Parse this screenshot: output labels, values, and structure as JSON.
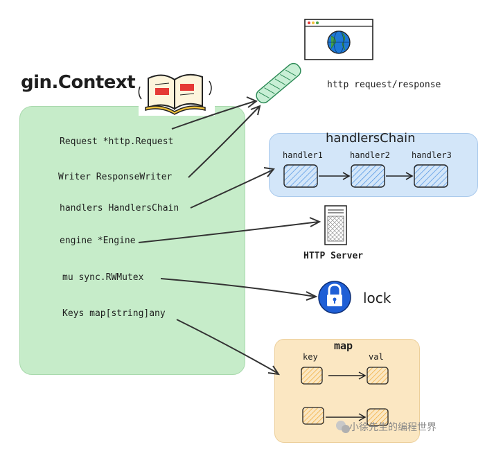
{
  "context": {
    "title": "gin.Context",
    "fields": [
      "Request  *http.Request",
      "Writer  ResponseWriter",
      "handlers  HandlersChain",
      "engine  *Engine",
      "mu  sync.RWMutex",
      "Keys  map[string]any"
    ]
  },
  "http": {
    "label": "http request/response",
    "icon": "globe-icon"
  },
  "handlers_chain": {
    "title": "handlersChain",
    "items": [
      "handler1",
      "handler2",
      "handler3"
    ]
  },
  "server": {
    "label": "HTTP Server",
    "icon": "server-icon"
  },
  "lock": {
    "label": "lock",
    "icon": "lock-icon"
  },
  "map": {
    "title": "map",
    "key_label": "key",
    "val_label": "val"
  },
  "watermark": {
    "text": "小徐先生的编程世界"
  },
  "colors": {
    "context_bg": "#c6ecc9",
    "chain_bg": "#d3e6f9",
    "map_bg": "#fbe7c2",
    "lock_blue": "#1f5fd6"
  }
}
